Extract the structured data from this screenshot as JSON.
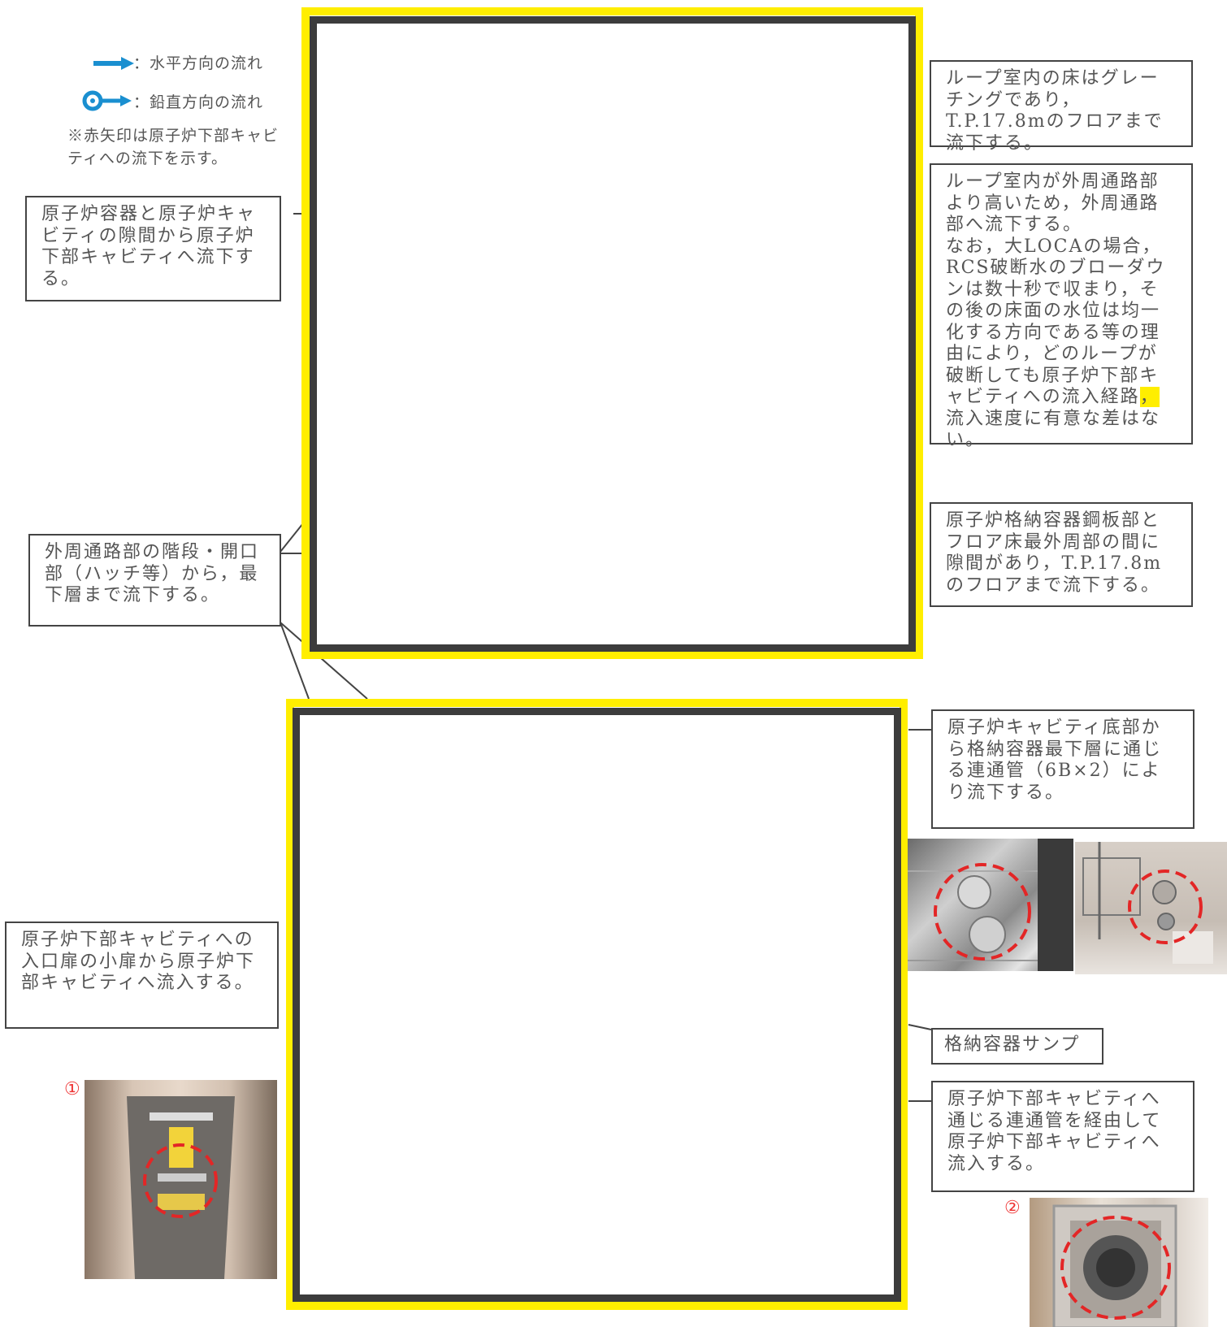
{
  "legend": {
    "horizontal": "：水平方向の流れ",
    "vertical": "：鉛直方向の流れ",
    "note": "※赤矢印は原子炉下部キャビティへの流下を示す。"
  },
  "callouts": {
    "grating": "ループ室内の床はグレーチングであり，T.P.17.8mのフロアまで流下する。",
    "loop_high_1": "ループ室内が外周通路部より高いため，外周通路部へ流下する。",
    "loop_high_2a": "なお，大LOCAの場合，RCS破断水のブローダウンは数十秒で収まり，その後の床面の水位は均一化する方向である等の理由により，どのループが破断しても原子炉下部キャビティへの流入経路",
    "loop_high_2b": "，",
    "loop_high_2c": "流入速度に有意な差はない。",
    "steel_plate": "原子炉格納容器鋼板部とフロア床最外周部の間に隙間があり，T.P.17.8mのフロアまで流下する。",
    "vessel_gap": "原子炉容器と原子炉キャビティの隙間から原子炉下部キャビティへ流下する。",
    "stairs": "外周通路部の階段・開口部（ハッチ等）から，最下層まで流下する。",
    "cavity_bottom": "原子炉キャビティ底部から格納容器最下層に通じる連通管（6B×2）により流下する。",
    "door": "原子炉下部キャビティへの入口扉の小扉から原子炉下部キャビティへ流入する。",
    "sump": "格納容器サンプ",
    "pipe": "原子炉下部キャビティへ通じる連通管を経由して原子炉下部キャビティへ流入する。"
  },
  "photo_labels": {
    "one": "①",
    "two": "②"
  },
  "colors": {
    "frame_yellow": "#ffee00",
    "frame_dark": "#3c3c3c",
    "arrow_blue": "#1a8fd0",
    "marker_red": "#e32626"
  }
}
